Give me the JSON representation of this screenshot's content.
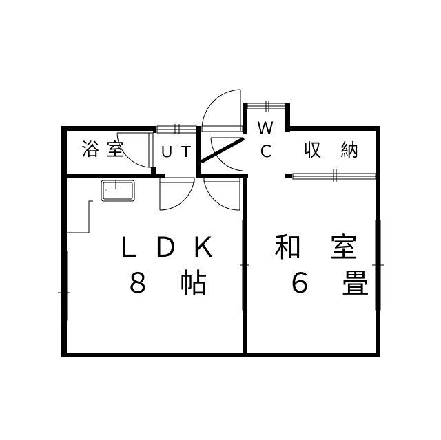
{
  "plan": {
    "rooms": {
      "bath": "浴室",
      "utility": "ＵＴ",
      "wc_top": "Ｗ",
      "wc_bottom": "Ｃ",
      "storage": "収 納",
      "ldk_name": "ＬＤＫ",
      "ldk_size": "８ 帖",
      "washitsu_name": "和 室",
      "washitsu_size": "６ 畳"
    }
  }
}
